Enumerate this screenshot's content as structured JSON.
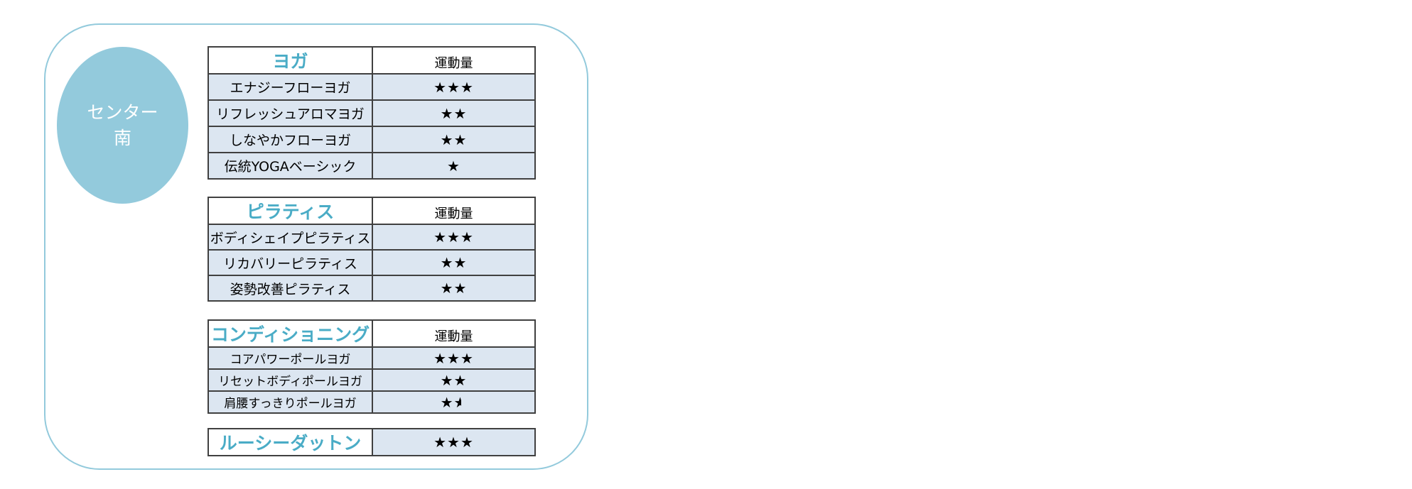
{
  "center": {
    "line1": "センター",
    "line2": "南"
  },
  "sections": [
    {
      "category": "ヨガ",
      "metric_label": "運動量",
      "rows": [
        {
          "name": "エナジーフローヨガ",
          "stars": "★★★"
        },
        {
          "name": "リフレッシュアロマヨガ",
          "stars": "★★"
        },
        {
          "name": "しなやかフローヨガ",
          "stars": "★★"
        },
        {
          "name": "伝統YOGAベーシック",
          "stars": "★"
        }
      ]
    },
    {
      "category": "ピラティス",
      "metric_label": "運動量",
      "rows": [
        {
          "name": "ボディシェイプピラティス",
          "stars": "★★★"
        },
        {
          "name": "リカバリーピラティス",
          "stars": "★★"
        },
        {
          "name": "姿勢改善ピラティス",
          "stars": "★★"
        }
      ]
    },
    {
      "category": "コンディショニング",
      "metric_label": "運動量",
      "rows": [
        {
          "name": "コアパワーポールヨガ",
          "stars": "★★★"
        },
        {
          "name": "リセットボディポールヨガ",
          "stars": "★★"
        },
        {
          "name": "肩腰すっきりポールヨガ",
          "stars_full": "★",
          "stars_half": "★",
          "rating": 1.5
        }
      ]
    },
    {
      "category": "ルーシーダットン",
      "stars": "★★★"
    }
  ],
  "colors": {
    "accent": "#4aacc6",
    "badge": "#93cadc",
    "row_fill": "#dce6f1",
    "border": "#404040"
  }
}
